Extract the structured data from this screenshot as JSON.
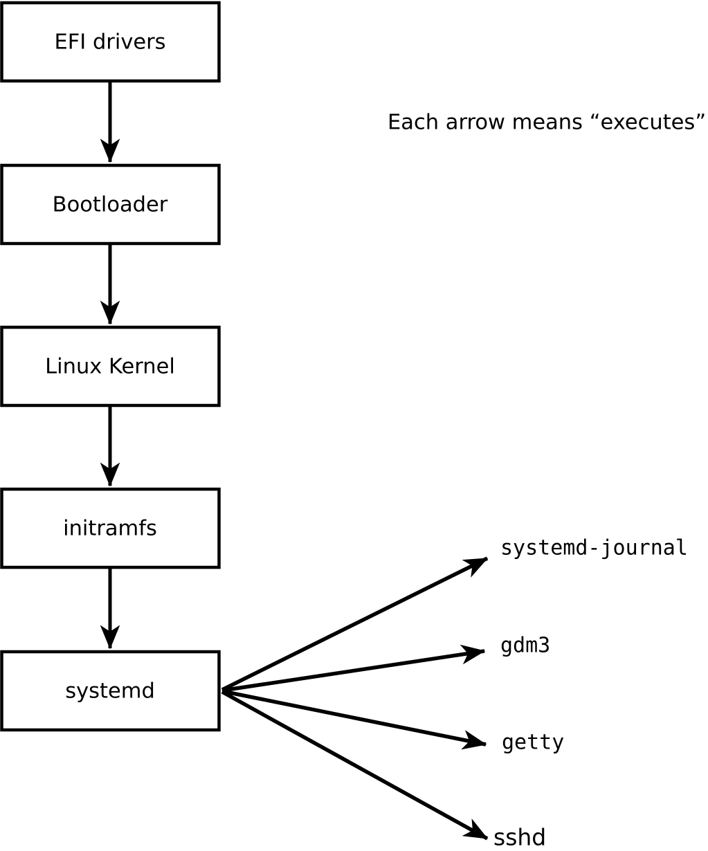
{
  "diagram": {
    "title_hidden": "",
    "annotation": "Each arrow means “executes”.",
    "chain": [
      {
        "label": "EFI drivers"
      },
      {
        "label": "Bootloader"
      },
      {
        "label": "Linux Kernel"
      },
      {
        "label": "initramfs"
      },
      {
        "label": "systemd"
      }
    ],
    "spawned": [
      {
        "label": "systemd-journal"
      },
      {
        "label": "gdm3"
      },
      {
        "label": "getty"
      },
      {
        "label": "sshd"
      }
    ],
    "colors": {
      "background": "#ffffff",
      "box_fill": "#ffffff",
      "stroke": "#000000",
      "text": "#000000"
    }
  }
}
